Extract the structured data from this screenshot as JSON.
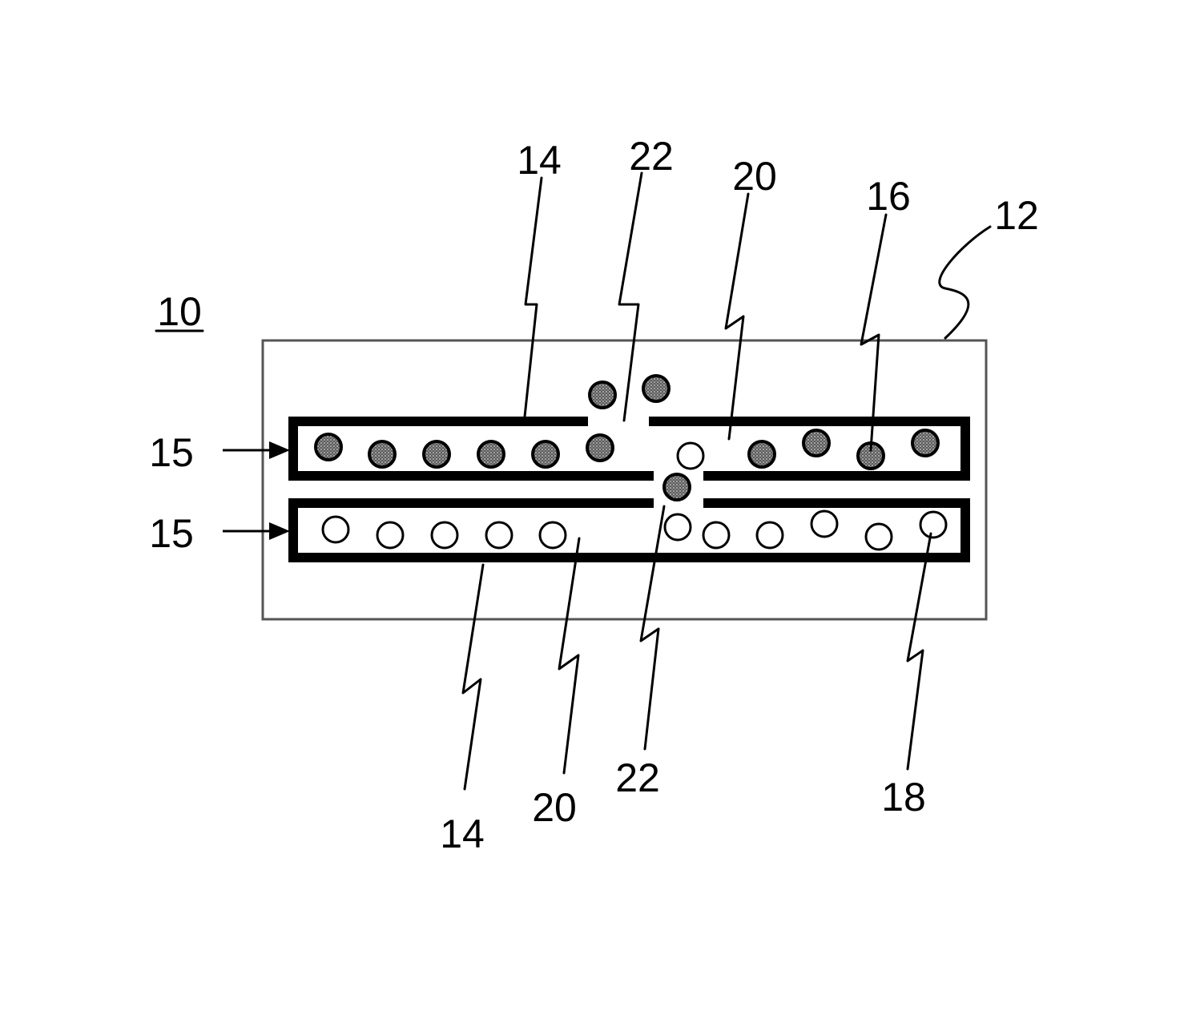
{
  "figure": {
    "background": "#ffffff",
    "ink_color": "#000000",
    "filled_particle_color": "#6e6e6e"
  },
  "labels": {
    "device": "10",
    "housing": "12",
    "channel_top": "14",
    "channel_bottom": "14",
    "inlet_top": "15",
    "inlet_bottom": "15",
    "filled_particle": "16",
    "hollow_particle": "18",
    "passage_top": "20",
    "passage_bottom": "20",
    "opening_top": "22",
    "opening_bottom": "22"
  },
  "components": [
    {
      "id": "10",
      "part": "device"
    },
    {
      "id": "12",
      "part": "housing"
    },
    {
      "id": "14",
      "part": "channel wall"
    },
    {
      "id": "15",
      "part": "inlet flow arrow"
    },
    {
      "id": "16",
      "part": "filled particle"
    },
    {
      "id": "18",
      "part": "hollow particle"
    },
    {
      "id": "20",
      "part": "channel interior"
    },
    {
      "id": "22",
      "part": "wall opening"
    }
  ]
}
